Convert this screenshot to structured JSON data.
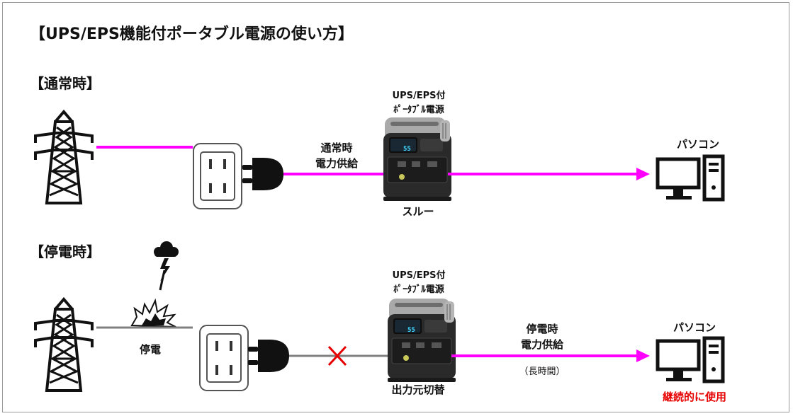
{
  "title": "【UPS/EPS機能付ポータブル電源の使い方】",
  "normal": {
    "heading": "【通常時】",
    "device_line1": "UPS/EPS付",
    "device_line2": "ﾎﾟｰﾀﾌﾞﾙ電源",
    "supply_line1": "通常時",
    "supply_line2": "電力供給",
    "mode": "スルー",
    "pc": "パソコン"
  },
  "outage": {
    "heading": "【停電時】",
    "outage_label": "停電",
    "device_line1": "UPS/EPS付",
    "device_line2": "ﾎﾟｰﾀﾌﾞﾙ電源",
    "supply_line1": "停電時",
    "supply_line2": "電力供給",
    "supply_note": "（長時間）",
    "mode": "出力元切替",
    "pc": "パソコン",
    "result": "継続的に使用"
  },
  "device_display": "55",
  "colors": {
    "power_line": "#ff00ff",
    "dead_line": "#808080",
    "cut_mark": "#e60000",
    "result_text": "#e60000"
  },
  "icons": [
    "power-tower-icon",
    "wall-outlet-icon",
    "plug-icon",
    "portable-power-station-icon",
    "pc-icon",
    "storm-cloud-icon",
    "spark-burst-icon",
    "x-mark-icon",
    "arrow-head-icon"
  ]
}
